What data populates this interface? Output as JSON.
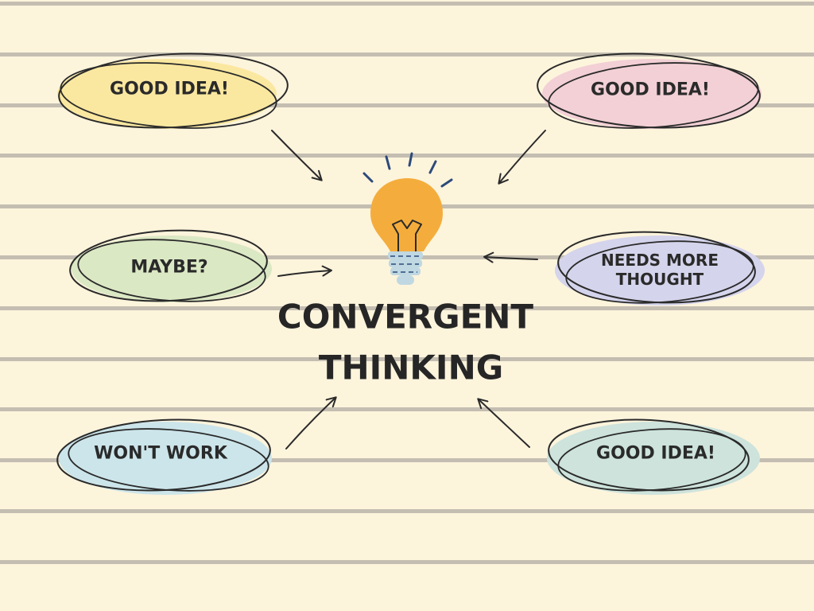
{
  "title": {
    "line1": "CONVERGENT",
    "line2": "THINKING"
  },
  "colors": {
    "background": "#fdf4dc",
    "rule_line": "#c4bdb1",
    "ink": "#2a2a2a",
    "bulb": "#f4ad3c",
    "bulb_base": "#bfd8e2",
    "rays": "#2c4a7a"
  },
  "bubbles": [
    {
      "id": "top-left",
      "lines": [
        "GOOD IDEA!"
      ],
      "color": "#fbe8a0"
    },
    {
      "id": "top-right",
      "lines": [
        "GOOD IDEA!"
      ],
      "color": "#f2d0d6"
    },
    {
      "id": "mid-left",
      "lines": [
        "MAYBE?"
      ],
      "color": "#dbe8c4"
    },
    {
      "id": "mid-right",
      "lines": [
        "NEEDS MORE",
        "THOUGHT"
      ],
      "color": "#d4d4ec"
    },
    {
      "id": "bottom-left",
      "lines": [
        "WON'T WORK"
      ],
      "color": "#cce5ea"
    },
    {
      "id": "bottom-right",
      "lines": [
        "GOOD IDEA!"
      ],
      "color": "#cde3dc"
    }
  ]
}
